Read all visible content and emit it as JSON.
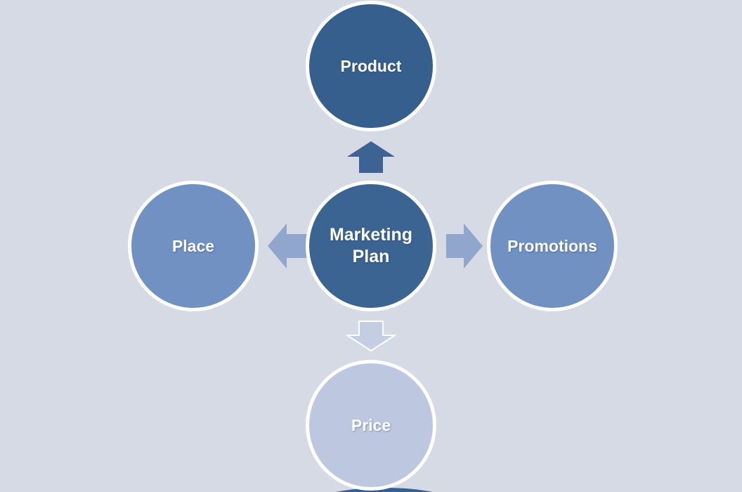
{
  "diagram": {
    "type": "radial-cycle-smartart",
    "background_color": "#D5DAE5",
    "node_border_color": "#FFFFFF",
    "text_color": "#FFFFFF",
    "center": {
      "label": "Marketing\nPlan",
      "color": "#3C6493"
    },
    "nodes": [
      {
        "id": "product",
        "label": "Product",
        "position": "top",
        "color": "#365F8D"
      },
      {
        "id": "promotions",
        "label": "Promotions",
        "position": "right",
        "color": "#7191C3"
      },
      {
        "id": "price",
        "label": "Price",
        "position": "bottom",
        "color": "#BDC8E0"
      },
      {
        "id": "place",
        "label": "Place",
        "position": "left",
        "color": "#7191C3"
      }
    ],
    "arrows": [
      {
        "direction": "up",
        "from": "center",
        "to": "product",
        "color": "#3D6393"
      },
      {
        "direction": "right",
        "from": "center",
        "to": "promotions",
        "color": "#90A6CD"
      },
      {
        "direction": "down",
        "from": "center",
        "to": "price",
        "color": "#C4CEE2",
        "outline": "#FFFFFF"
      },
      {
        "direction": "left",
        "from": "center",
        "to": "place",
        "color": "#90A6CD"
      }
    ],
    "partial_shape_bottom_color": "#36618F"
  }
}
